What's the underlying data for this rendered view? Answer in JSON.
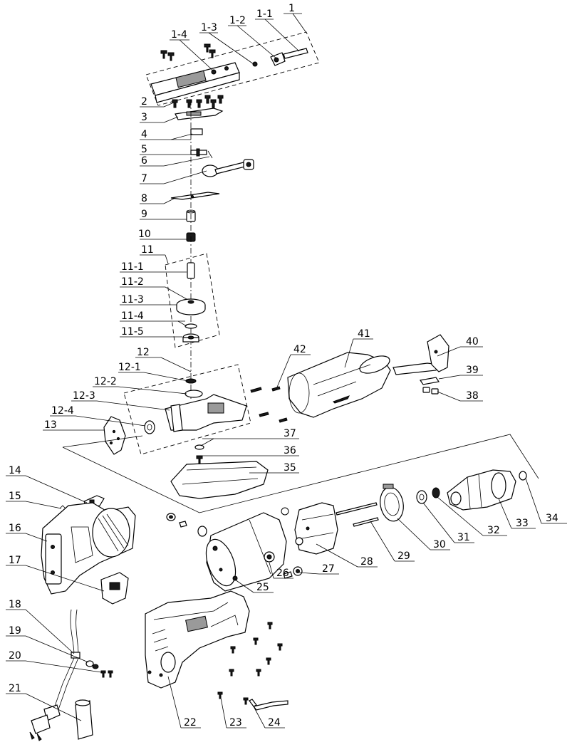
{
  "diagram": {
    "labels": {
      "p1": "1",
      "p1_1": "1-1",
      "p1_2": "1-2",
      "p1_3": "1-3",
      "p1_4": "1-4",
      "p2": "2",
      "p3": "3",
      "p4": "4",
      "p5": "5",
      "p6": "6",
      "p7": "7",
      "p8": "8",
      "p9": "9",
      "p10": "10",
      "p11": "11",
      "p11_1": "11-1",
      "p11_2": "11-2",
      "p11_3": "11-3",
      "p11_4": "11-4",
      "p11_5": "11-5",
      "p12": "12",
      "p12_1": "12-1",
      "p12_2": "12-2",
      "p12_3": "12-3",
      "p12_4": "12-4",
      "p13": "13",
      "p14": "14",
      "p15": "15",
      "p16": "16",
      "p17": "17",
      "p18": "18",
      "p19": "19",
      "p20": "20",
      "p21": "21",
      "p22": "22",
      "p23": "23",
      "p24": "24",
      "p25": "25",
      "p26": "26",
      "p27": "27",
      "p28": "28",
      "p29": "29",
      "p30": "30",
      "p31": "31",
      "p32": "32",
      "p33": "33",
      "p34": "34",
      "p35": "35",
      "p36": "36",
      "p37": "37",
      "p38": "38",
      "p39": "39",
      "p40": "40",
      "p41": "41",
      "p42": "42"
    }
  }
}
